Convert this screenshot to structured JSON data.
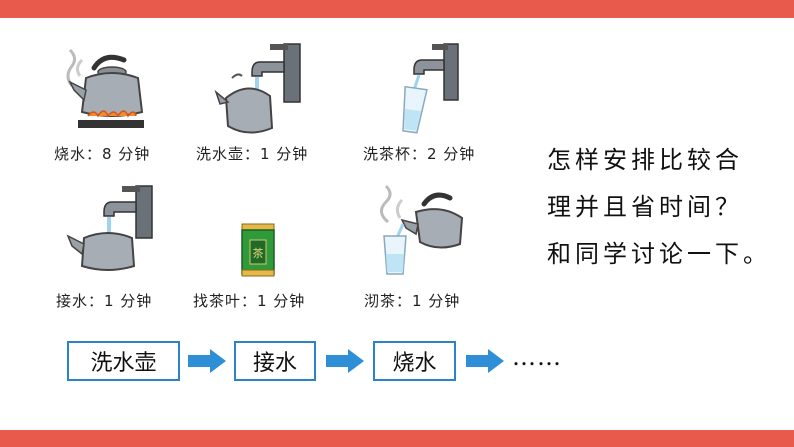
{
  "steps_top": [
    {
      "label": "烧水：8 分钟",
      "icon": "kettle-on-stove-icon"
    },
    {
      "label": "洗水壶：1 分钟",
      "icon": "kettle-under-tap-icon"
    },
    {
      "label": "洗茶杯：2 分钟",
      "icon": "glass-under-tap-icon"
    }
  ],
  "steps_bottom": [
    {
      "label": "接水：1 分钟",
      "icon": "tap-filling-kettle-icon"
    },
    {
      "label": "找茶叶：1 分钟",
      "icon": "tea-canister-icon"
    },
    {
      "label": "沏茶：1 分钟",
      "icon": "kettle-pouring-tea-icon"
    }
  ],
  "question": {
    "line1": "怎样安排比较合",
    "line2": "理并且省时间？",
    "line3": "和同学讨论一下。"
  },
  "flow": {
    "step1": "洗水壶",
    "step2": "接水",
    "step3": "烧水",
    "ellipsis": "……"
  },
  "tea_label": "茶",
  "colors": {
    "accent_bar": "#e85b4c",
    "flow_blue": "#2b84c9"
  }
}
